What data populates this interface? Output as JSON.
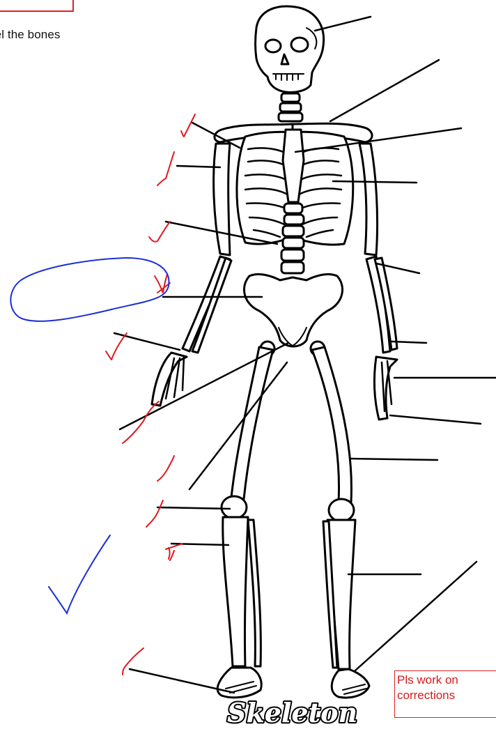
{
  "header": {
    "instruction": "Label the bones"
  },
  "diagram": {
    "title": "Skeleton"
  },
  "teacher_note": {
    "line1": "Pls work on",
    "line2": "corrections"
  },
  "colors": {
    "ink": "#000000",
    "tick": "#e0181e",
    "circle": "#1a2fd6",
    "note_border": "#e02020"
  }
}
